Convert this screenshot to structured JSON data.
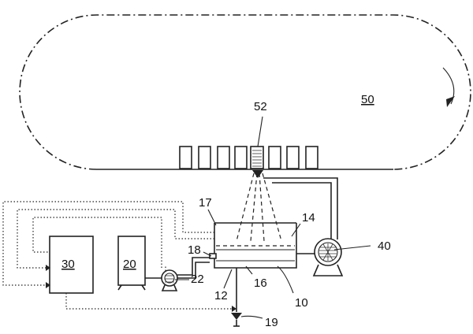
{
  "labels": {
    "l50": "50",
    "l52": "52",
    "l17": "17",
    "l14": "14",
    "l40": "40",
    "l18": "18",
    "l30": "30",
    "l20": "20",
    "l22": "22",
    "l16": "16",
    "l12": "12",
    "l10": "10",
    "l19": "19"
  }
}
